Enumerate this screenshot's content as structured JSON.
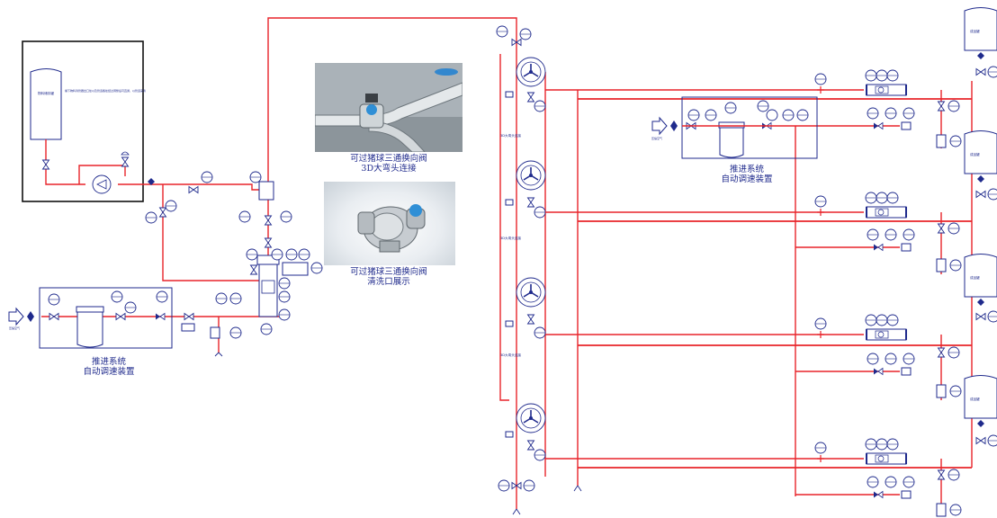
{
  "captions": {
    "photo1_line1": "可过猪球三通换向阀",
    "photo1_line2": "3D大弯头连接",
    "photo2_line1": "可过猪球三通换向阀",
    "photo2_line2": "清洗口展示",
    "propel_left_line1": "推进系统",
    "propel_left_line2": "自动调速装置",
    "propel_right_line1": "推进系统",
    "propel_right_line2": "自动调速装置"
  },
  "labels": {
    "source_tank": "物料储存罐",
    "source_note": "罐下物料清管器出口处以及管道各处经过调整后可直通，以管道来清",
    "connect_1": "3D大弯头连接",
    "connect_2": "3D大弯头连接",
    "connect_3": "3D大弯头连接",
    "air_in_left": "压缩空气",
    "air_in_right": "压缩空气",
    "product_tank": "成品罐"
  },
  "colors": {
    "pipe": "#e8242a",
    "outline": "#1f2a8c",
    "frame": "#111111"
  }
}
